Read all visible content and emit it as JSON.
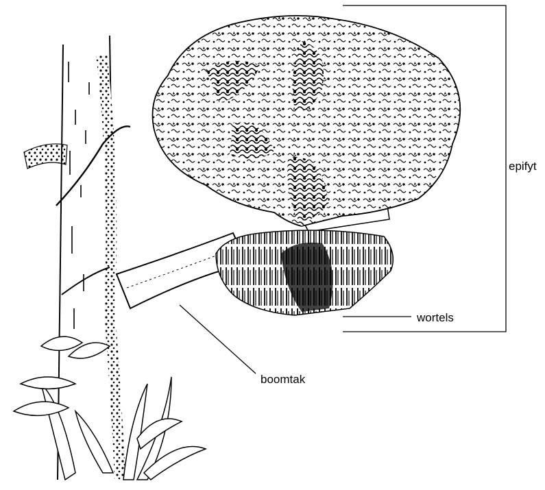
{
  "labels": {
    "epifyt": "epifyt",
    "wortels": "wortels",
    "boomtak": "boomtak"
  },
  "colors": {
    "ink": "#000000",
    "paper": "#ffffff"
  }
}
